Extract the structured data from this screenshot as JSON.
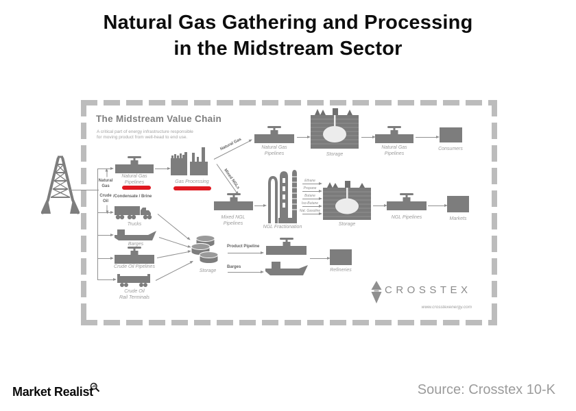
{
  "page": {
    "title_line1": "Natural Gas Gathering and Processing",
    "title_line2": "in the Midstream Sector",
    "source": "Source: Crosstex 10-K",
    "brand": "Market Realist"
  },
  "diagram": {
    "title": "The Midstream Value Chain",
    "subtitle_line1": "A critical part of energy infrastructure responsible",
    "subtitle_line2": "for moving product from well-head to end use.",
    "inputs": {
      "natural_gas_1": "Natural",
      "natural_gas_2": "Gas",
      "crude_1": "Crude",
      "crude_2": "Oil",
      "condensate": "/Condensate / Brine"
    },
    "flows": {
      "natural_gas": "Natural Gas",
      "mixed_ngls": "Mixed NGLs",
      "product_pipeline": "Product Pipeline",
      "barges": "Barges"
    },
    "nodes": {
      "ng_pipelines_a1": "Natural Gas",
      "ng_pipelines_a2": "Pipelines",
      "gas_processing": "Gas Processing",
      "ng_pipelines_b1": "Natural Gas",
      "ng_pipelines_b2": "Pipelines",
      "storage_top": "Storage",
      "ng_pipelines_c1": "Natural Gas",
      "ng_pipelines_c2": "Pipelines",
      "consumers": "Consumers",
      "mixed_ngl_1": "Mixed NGL",
      "mixed_ngl_2": "Pipelines",
      "ngl_fractionation": "NGL Fractionation",
      "storage_mid": "Storage",
      "ngl_pipelines": "NGL Pipelines",
      "markets": "Markets",
      "trucks": "Trucks",
      "barges": "Barges",
      "crude_oil_pipelines": "Crude Oil Pipelines",
      "crude_rail_1": "Crude Oil",
      "crude_rail_2": "Rail Terminals",
      "storage_bottom": "Storage",
      "refineries": "Refineries"
    },
    "fraction_products": [
      "Ethane",
      "Propane",
      "Butane",
      "Iso-Butane",
      "Nat. Gasoline"
    ],
    "crosstex": {
      "name": "CROSSTEX",
      "url": "www.crosstexenergy.com"
    },
    "colors": {
      "icon_gray": "#7d7d7d",
      "label_gray": "#9a9a9a",
      "dark_label_gray": "#5f5f5f",
      "border_gray": "#bcbcbc",
      "highlight_red": "#df1820"
    }
  }
}
